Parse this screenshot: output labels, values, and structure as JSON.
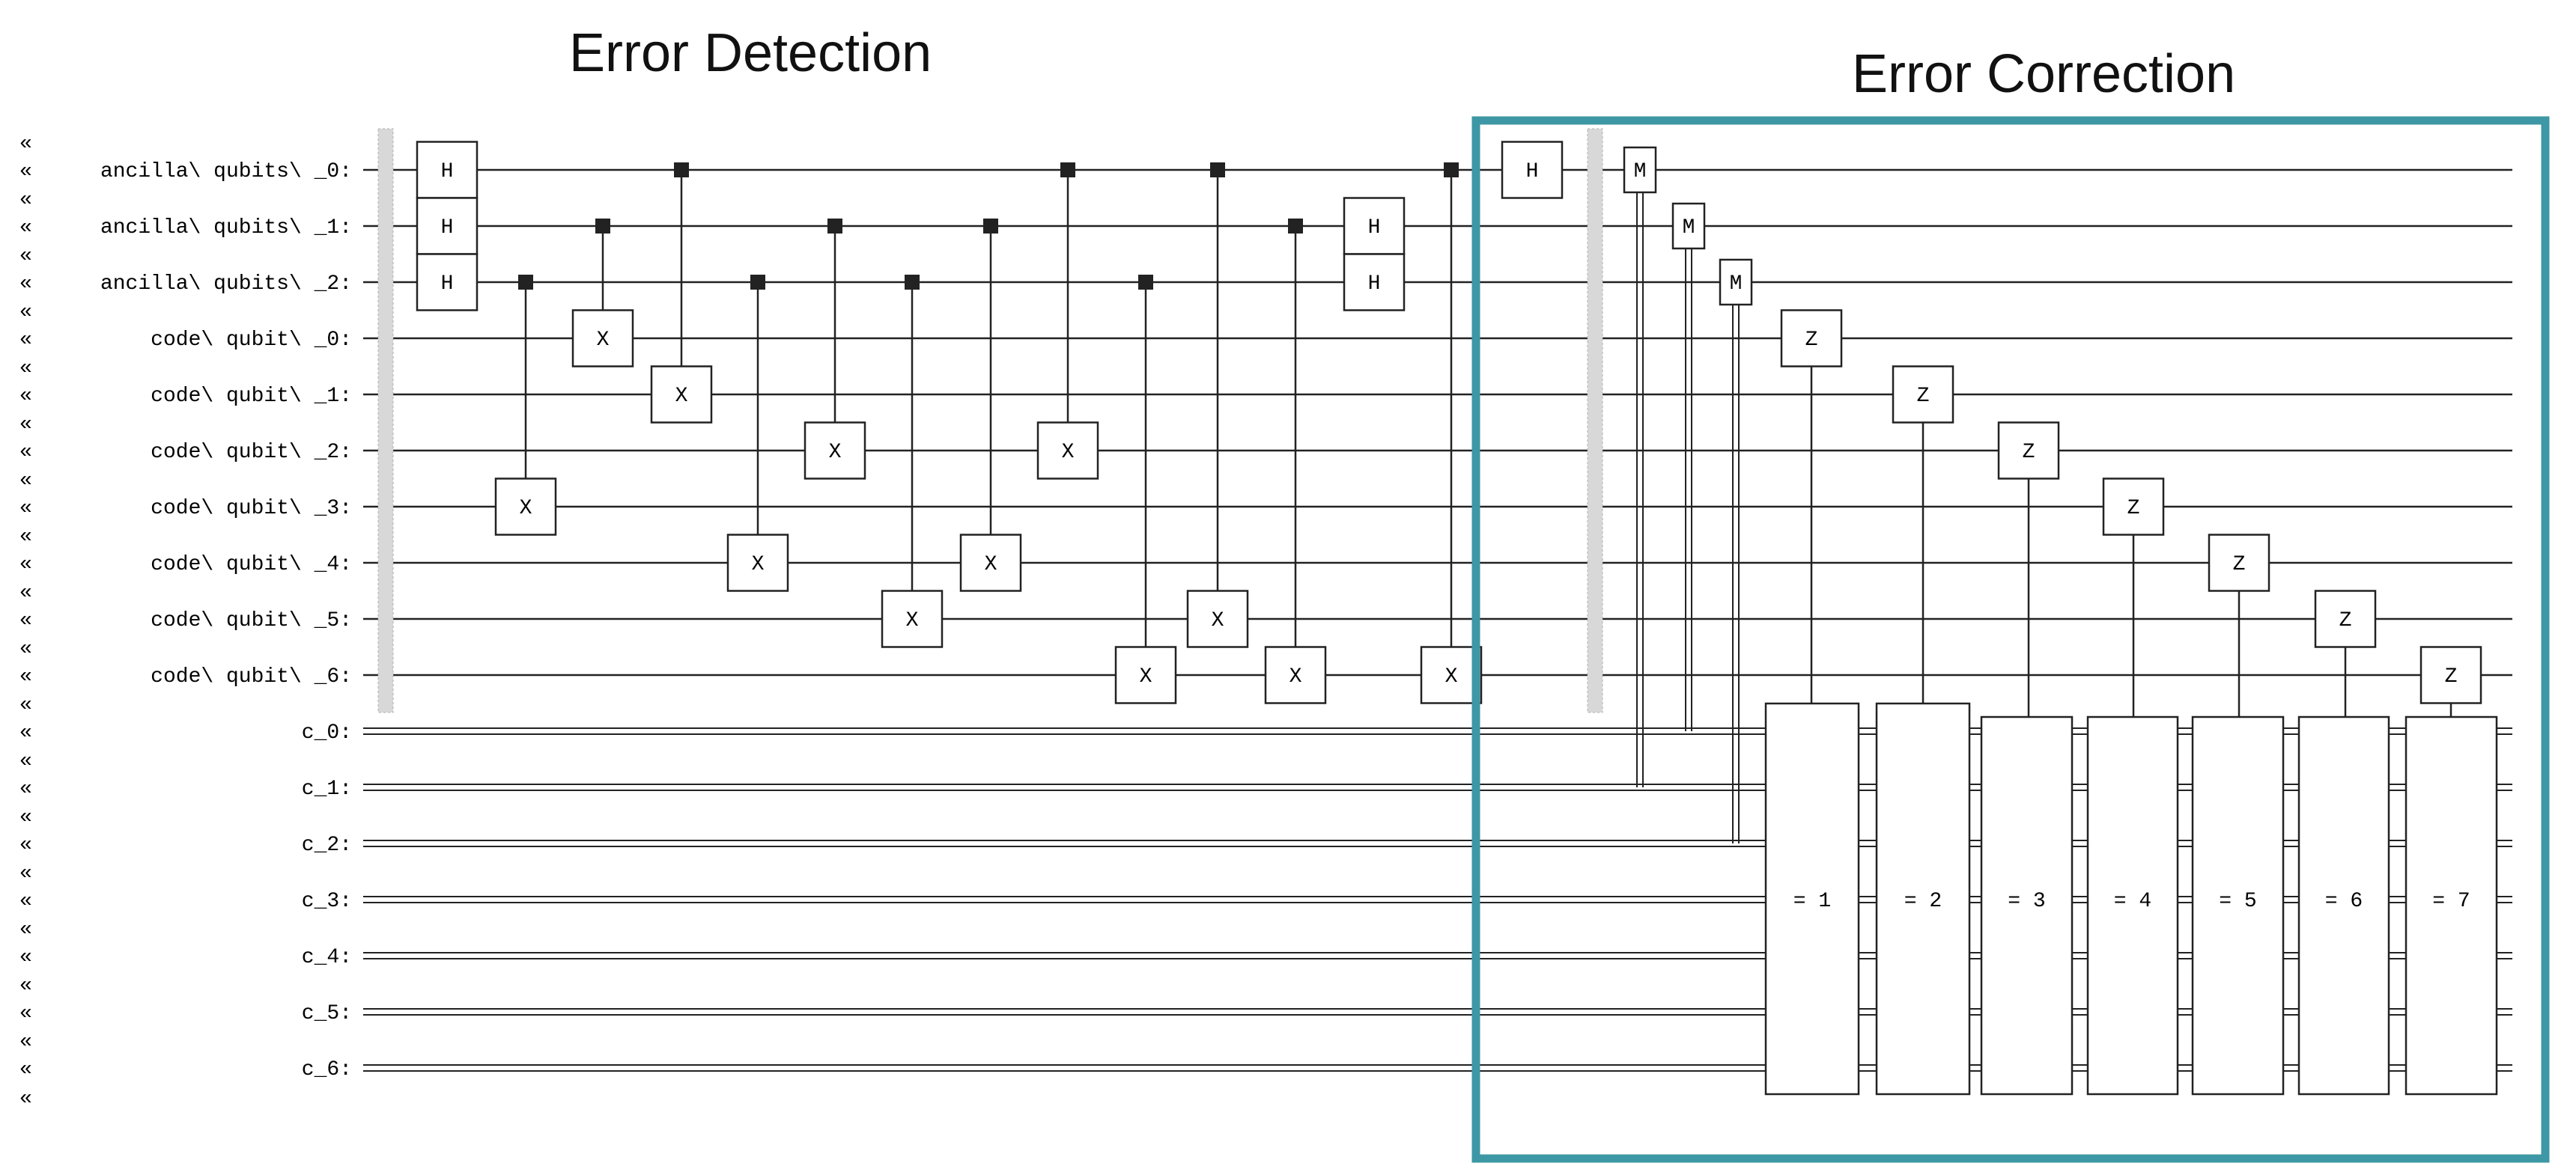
{
  "titles": {
    "detection": "Error Detection",
    "correction": "Error Correction"
  },
  "highlight_color": "#3d97a4",
  "continuation_mark": "«",
  "quantum_wires": [
    "ancilla\\ qubits\\ _0:",
    "ancilla\\ qubits\\ _1:",
    "ancilla\\ qubits\\ _2:",
    "code\\ qubit\\ _0:",
    "code\\ qubit\\ _1:",
    "code\\ qubit\\ _2:",
    "code\\ qubit\\ _3:",
    "code\\ qubit\\ _4:",
    "code\\ qubit\\ _5:",
    "code\\ qubit\\ _6:"
  ],
  "classical_wires": [
    "c_0:",
    "c_1:",
    "c_2:",
    "c_3:",
    "c_4:",
    "c_5:",
    "c_6:"
  ],
  "gates": {
    "hadamard": "H",
    "not": "X",
    "measure": "M",
    "phase_flip": "Z"
  },
  "circuit": {
    "initial_hadamards": [
      0,
      1,
      2
    ],
    "detection_cnots": [
      {
        "control": 2,
        "target": 6
      },
      {
        "control": 1,
        "target": 3
      },
      {
        "control": 0,
        "target": 4
      },
      {
        "control": 2,
        "target": 7
      },
      {
        "control": 1,
        "target": 5
      },
      {
        "control": 2,
        "target": 8
      },
      {
        "control": 1,
        "target": 7
      },
      {
        "control": 0,
        "target": 5
      },
      {
        "control": 2,
        "target": 9
      },
      {
        "control": 0,
        "target": 8
      },
      {
        "control": 1,
        "target": 9
      },
      {
        "control": 0,
        "target": 9
      }
    ],
    "second_hadamards": [
      1,
      2
    ],
    "third_hadamards": [
      0
    ],
    "measurements": [
      {
        "qubit": 0,
        "clbit": 1
      },
      {
        "qubit": 1,
        "clbit": 0
      },
      {
        "qubit": 2,
        "clbit": 2
      }
    ],
    "corrections": [
      {
        "target": 3,
        "condition": "= 1"
      },
      {
        "target": 4,
        "condition": "= 2"
      },
      {
        "target": 5,
        "condition": "= 3"
      },
      {
        "target": 6,
        "condition": "= 4"
      },
      {
        "target": 7,
        "condition": "= 5"
      },
      {
        "target": 8,
        "condition": "= 6"
      },
      {
        "target": 9,
        "condition": "= 7"
      }
    ]
  }
}
